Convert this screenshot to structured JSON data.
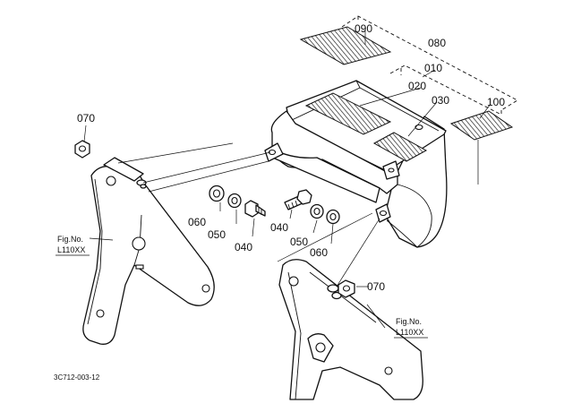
{
  "parts": {
    "p090": "090",
    "p080": "080",
    "p010": "010",
    "p020": "020",
    "p030": "030",
    "p100": "100",
    "p070_left": "070",
    "p070_right": "070",
    "p060_left": "060",
    "p050_left": "050",
    "p040_left": "040",
    "p040_right": "040",
    "p050_right": "050",
    "p060_right": "060"
  },
  "fig_refs": {
    "left": {
      "line1": "Fig.No.",
      "line2": "L110XX"
    },
    "right": {
      "line1": "Fig.No.",
      "line2": "L110XX"
    }
  },
  "drawing_code": "3C712-003-12"
}
